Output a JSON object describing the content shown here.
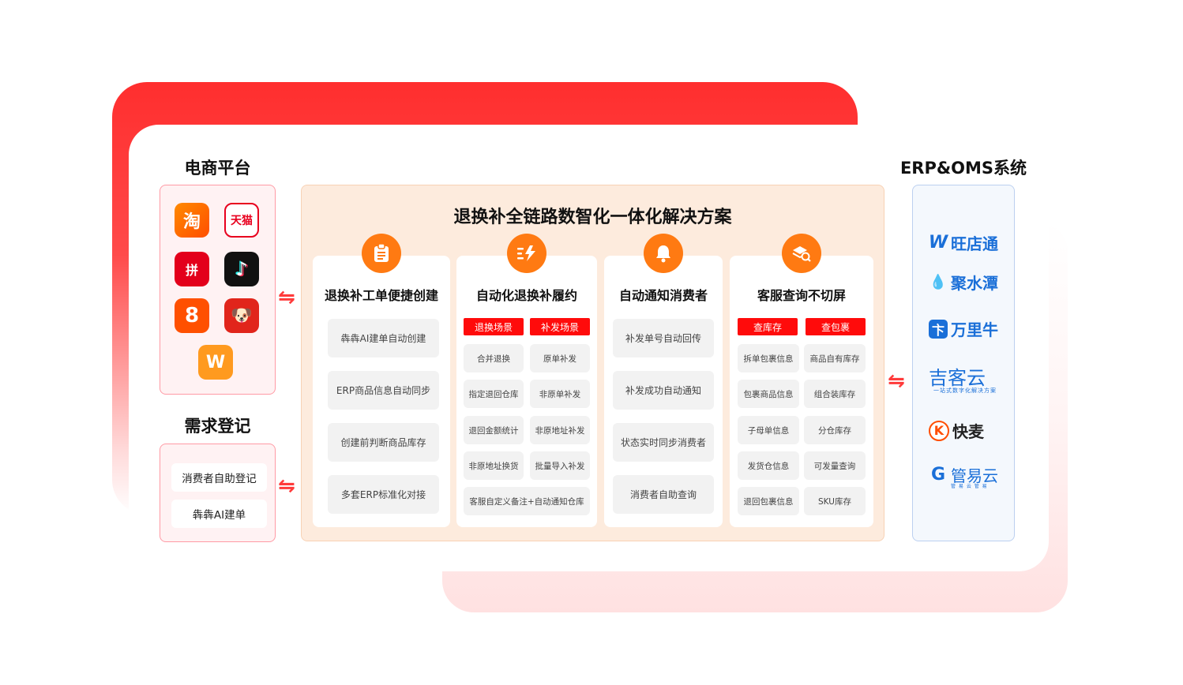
{
  "left": {
    "platform_title": "电商平台",
    "platforms": [
      {
        "name": "taobao-icon",
        "glyph": "淘"
      },
      {
        "name": "tmall-icon",
        "glyph": "天猫"
      },
      {
        "name": "pinduoduo-icon",
        "glyph": "拼"
      },
      {
        "name": "douyin-icon",
        "glyph": "♪"
      },
      {
        "name": "kuaishou-icon",
        "glyph": "8"
      },
      {
        "name": "jd-icon",
        "glyph": "🐶"
      },
      {
        "name": "weidian-icon",
        "glyph": "W"
      }
    ],
    "demand_title": "需求登记",
    "demand_items": [
      "消费者自助登记",
      "犇犇AI建单"
    ]
  },
  "solution": {
    "title": "退换补全链路数智化一体化解决方案",
    "columns": [
      {
        "icon": "clipboard-icon",
        "title": "退换补工单便捷创建",
        "items": [
          "犇犇AI建单自动创建",
          "ERP商品信息自动同步",
          "创建前判断商品库存",
          "多套ERP标准化对接"
        ]
      },
      {
        "icon": "lightning-icon",
        "title": "自动化退换补履约",
        "tags": [
          "退换场景",
          "补发场景"
        ],
        "grid": [
          [
            "合并退换",
            "原单补发"
          ],
          [
            "指定退回仓库",
            "非原单补发"
          ],
          [
            "退回金额统计",
            "非原地址补发"
          ],
          [
            "非原地址换货",
            "批量导入补发"
          ]
        ],
        "wide": "客服自定义备注+自动通知仓库"
      },
      {
        "icon": "bell-icon",
        "title": "自动通知消费者",
        "items": [
          "补发单号自动回传",
          "补发成功自动通知",
          "状态实时同步消费者",
          "消费者自助查询"
        ]
      },
      {
        "icon": "search-box-icon",
        "title": "客服查询不切屏",
        "tags": [
          "查库存",
          "查包裹"
        ],
        "grid": [
          [
            "拆单包裹信息",
            "商品自有库存"
          ],
          [
            "包裹商品信息",
            "组合装库存"
          ],
          [
            "子母单信息",
            "分仓库存"
          ],
          [
            "发货仓信息",
            "可发量查询"
          ],
          [
            "退回包裹信息",
            "SKU库存"
          ]
        ]
      }
    ]
  },
  "right": {
    "title": "ERP&OMS系统",
    "logos": [
      {
        "mark": "W",
        "name": "旺店通"
      },
      {
        "mark": "💧",
        "name": "聚水潭"
      },
      {
        "mark": "卞",
        "name": "万里牛"
      },
      {
        "mark": "",
        "name": "吉客云",
        "sub": "一站式数字化解决方案"
      },
      {
        "mark": "K",
        "name": "快麦"
      },
      {
        "mark": "G",
        "name": "管易云",
        "sub": "管 易 云   管 易"
      }
    ]
  },
  "arrows": [
    "⇋",
    "⇋",
    "⇋"
  ],
  "colors": {
    "accent_red": "#ff2e2e",
    "orange": "#ff7a12",
    "tag_red": "#ff0b0b",
    "erp_blue": "#1a6fd8"
  }
}
